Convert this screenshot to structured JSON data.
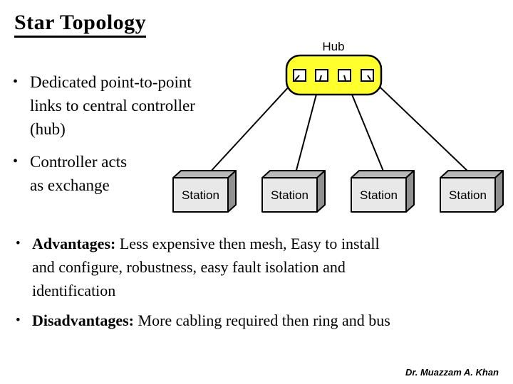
{
  "title": "Star Topology",
  "intro_bullets": [
    {
      "lines": [
        "Dedicated point-to-point",
        "links to central controller",
        "(hub)"
      ]
    },
    {
      "lines": [
        "Controller acts",
        "as exchange"
      ]
    }
  ],
  "detail_bullets": [
    {
      "lead": "Advantages:",
      "lines": [
        " Less expensive then mesh, Easy to install",
        "and configure, robustness, easy fault isolation and",
        "identification"
      ]
    },
    {
      "lead": "Disadvantages:",
      "lines": [
        " More cabling required then ring and bus"
      ]
    }
  ],
  "diagram": {
    "hub_label": "Hub",
    "stations": [
      {
        "label": "Station"
      },
      {
        "label": "Station"
      },
      {
        "label": "Station"
      },
      {
        "label": "Station"
      }
    ],
    "colors": {
      "hub_fill": "#ffff2e",
      "station_front": "#e8e8e8",
      "station_top": "#b8b8b8",
      "station_side": "#909090",
      "line": "#000000"
    }
  },
  "footer": {
    "author": "Dr. Muazzam A. Khan"
  }
}
